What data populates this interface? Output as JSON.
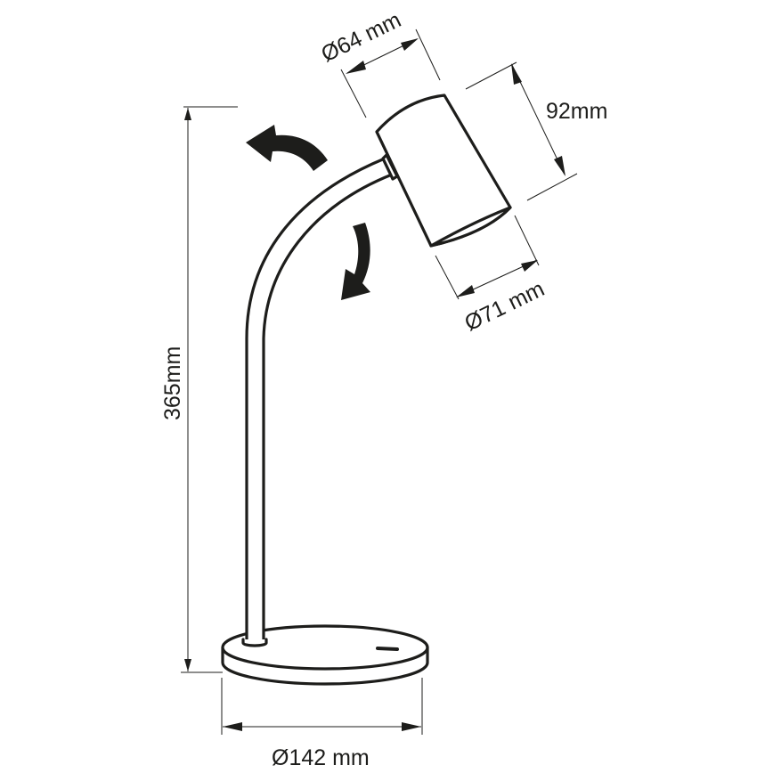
{
  "diagram": {
    "subject": "Desk lamp dimension drawing",
    "line_color": "#1d1d1b",
    "background": "#ffffff",
    "dimensions": {
      "head_top_diameter": "Ø64 mm",
      "head_length": "92mm",
      "head_bottom_diameter": "Ø71 mm",
      "total_height": "365mm",
      "base_diameter": "Ø142 mm"
    },
    "components": {
      "head": "cylindrical lamp head",
      "arm": "curved gooseneck arm",
      "base": "round base with switch slot",
      "rotation_arrows": [
        "rotate-up-arrow",
        "rotate-down-arrow"
      ]
    }
  }
}
